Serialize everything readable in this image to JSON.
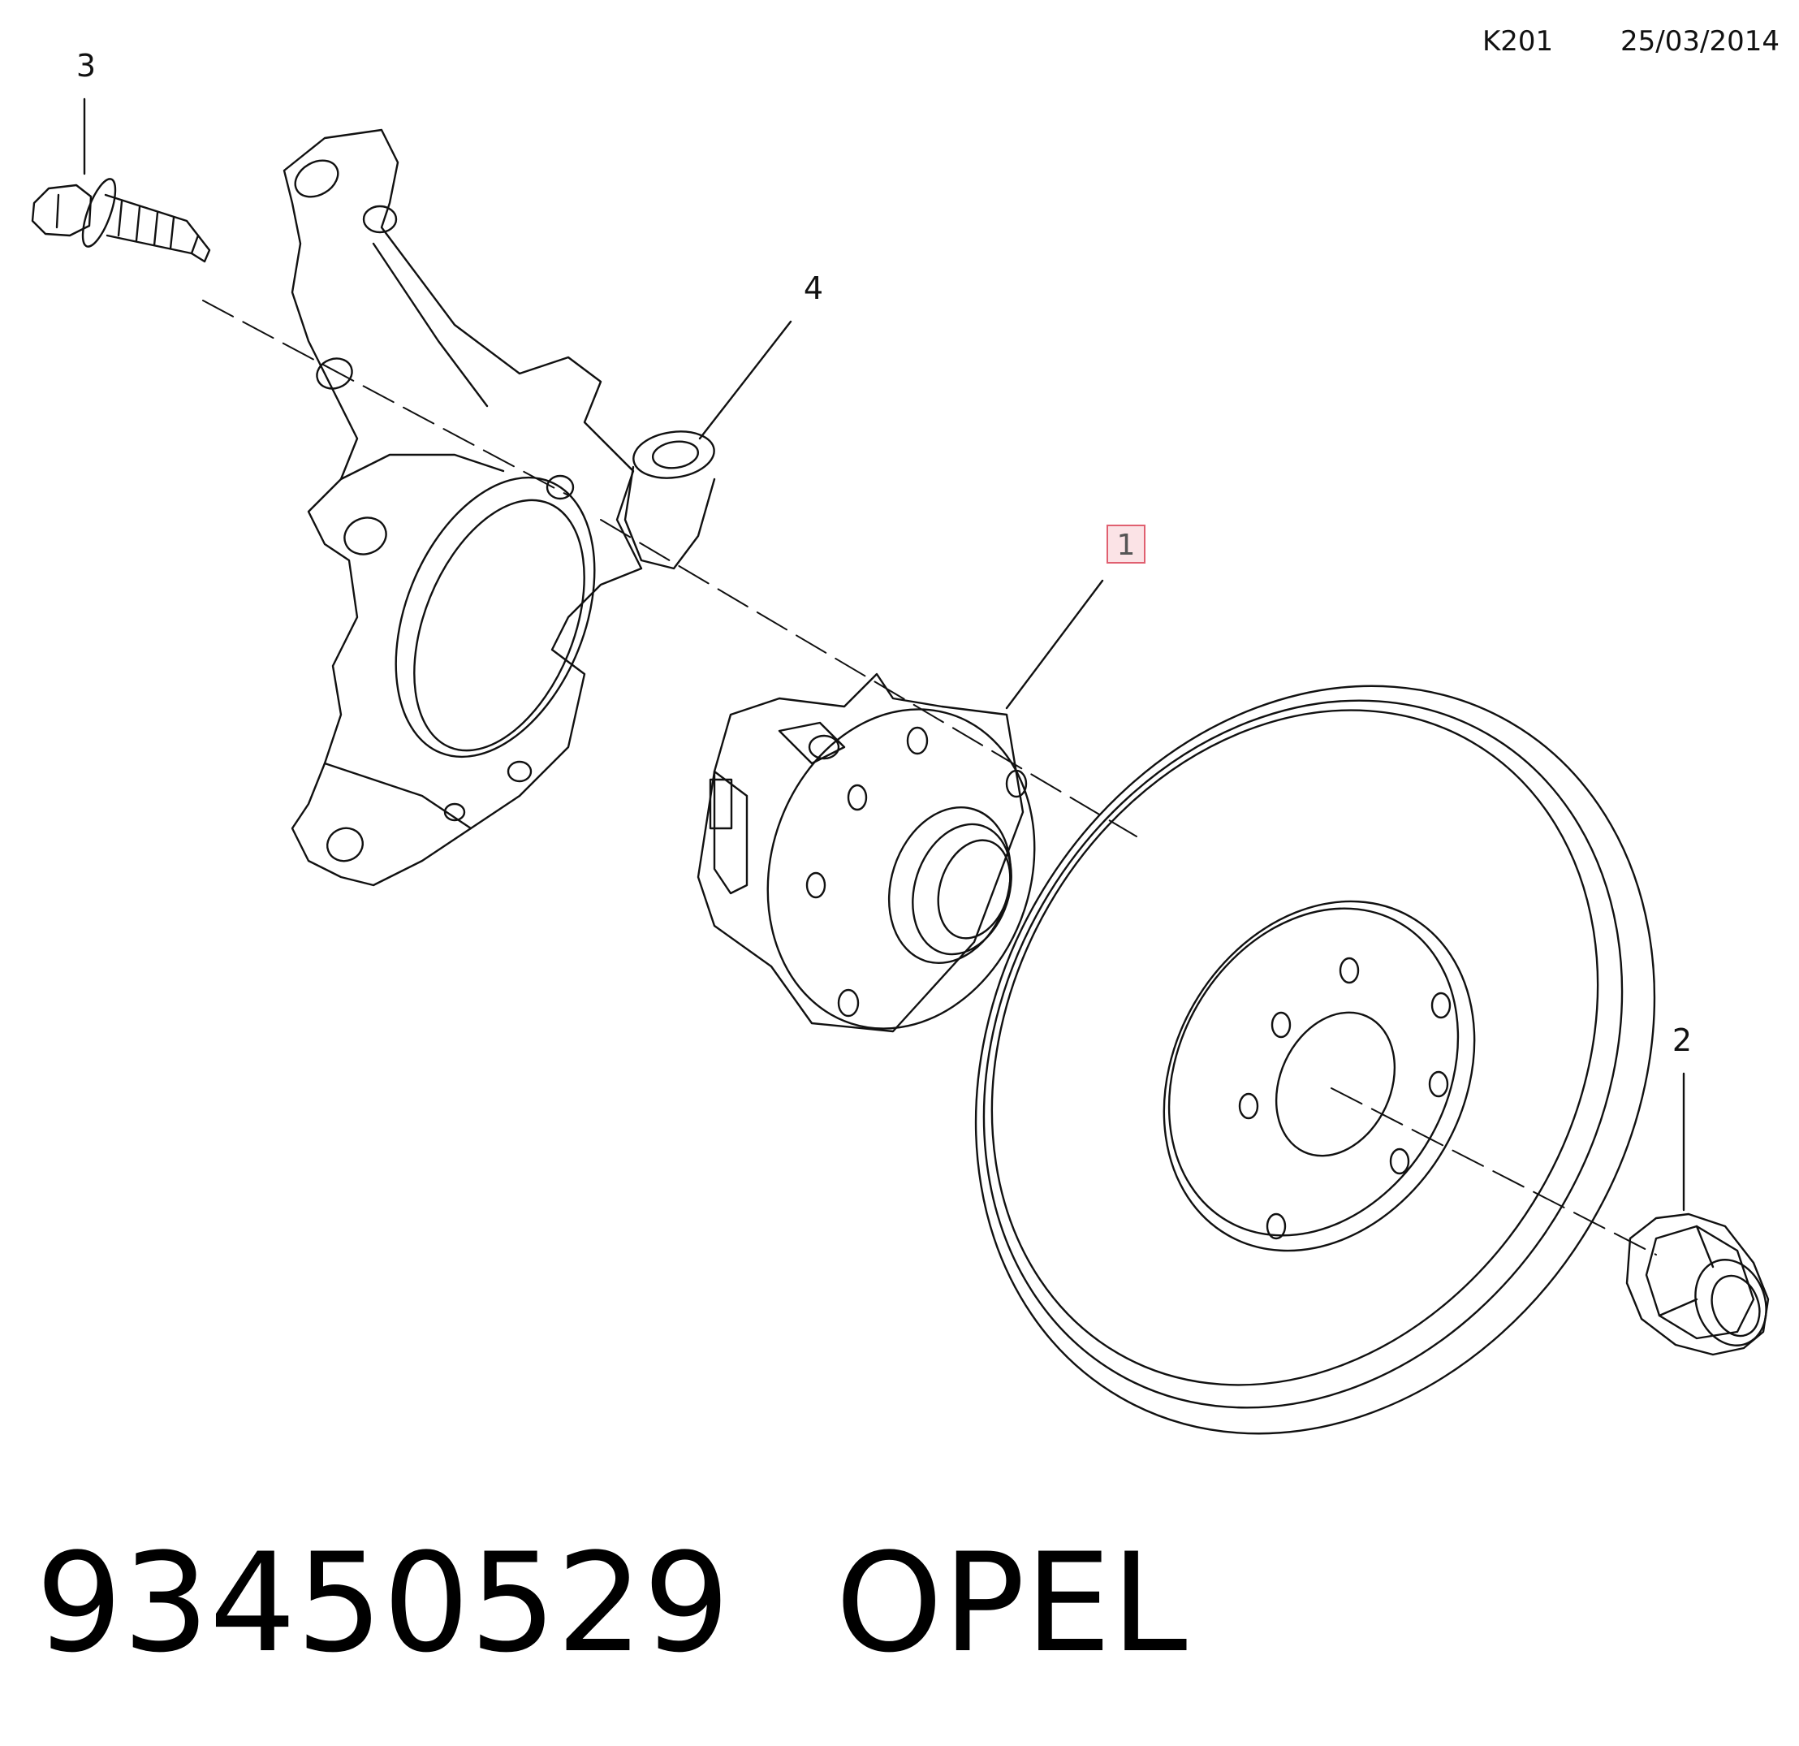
{
  "header": {
    "ref_code": "K201",
    "date": "25/03/2014"
  },
  "callouts": {
    "c1": "1",
    "c2": "2",
    "c3": "3",
    "c4": "4"
  },
  "footer": {
    "part_number": "93450529",
    "brand": "OPEL"
  },
  "colors": {
    "line": "#111111",
    "highlight_fill": "#fbe3e6",
    "highlight_border": "#e06070"
  }
}
